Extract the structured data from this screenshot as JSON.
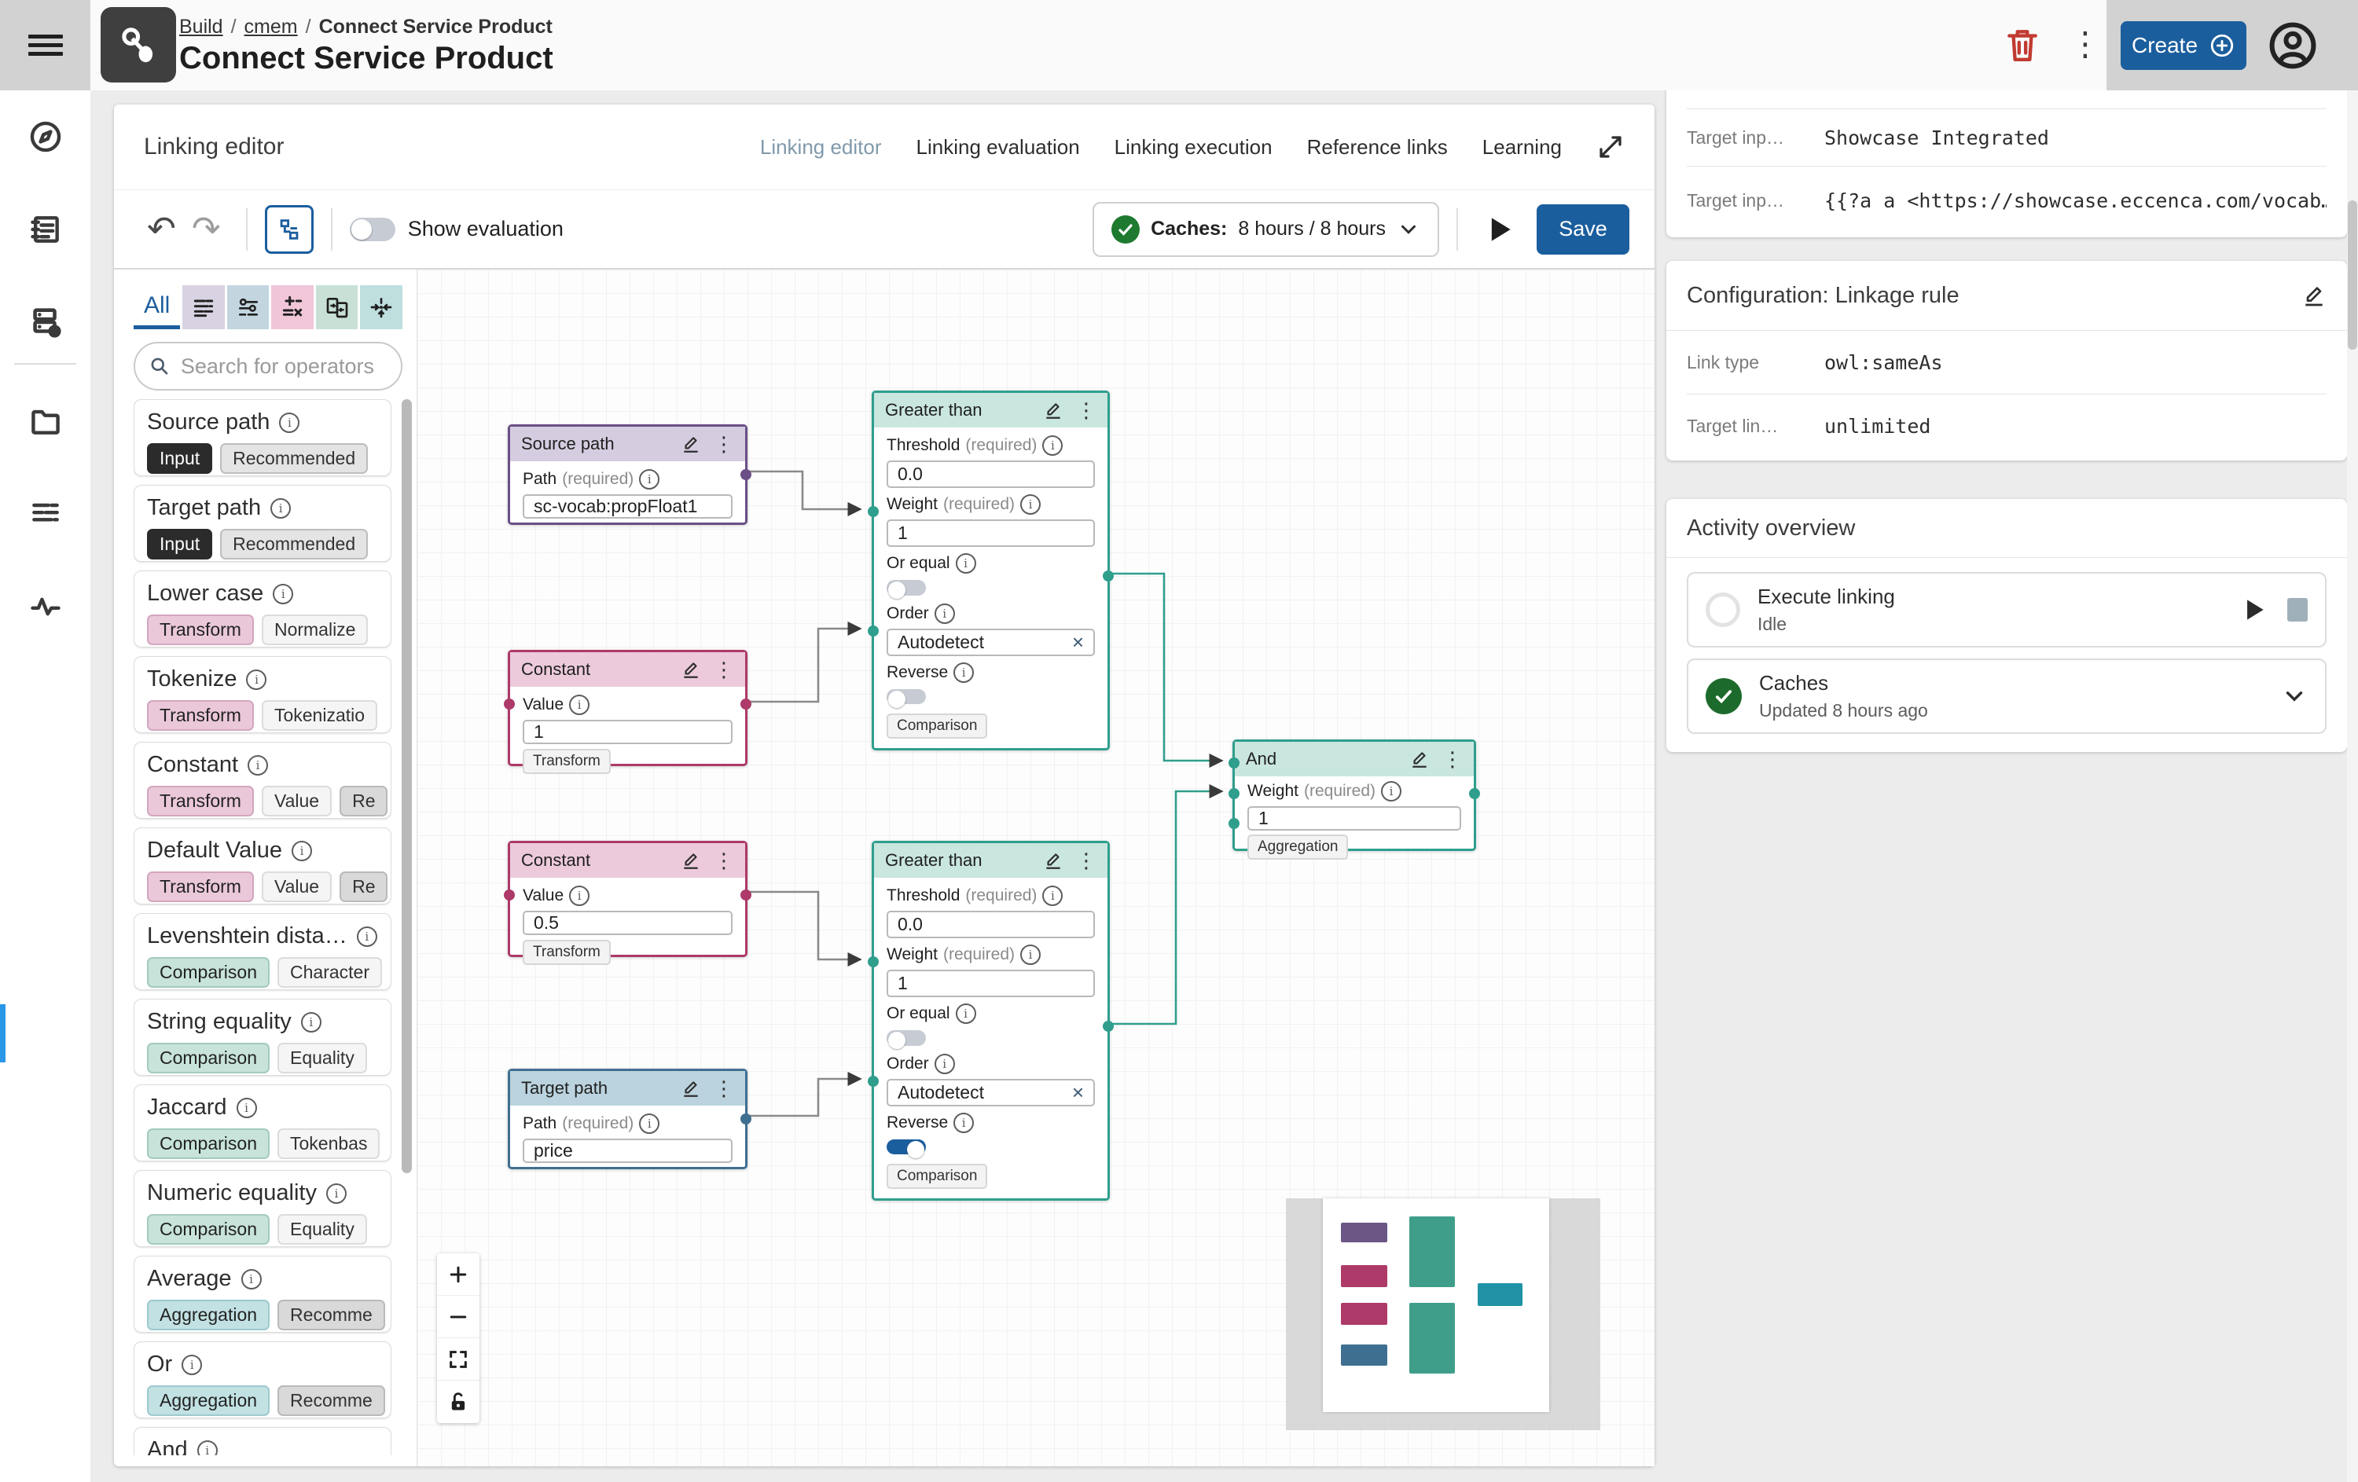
{
  "colors": {
    "primary": "#1b5e9e",
    "success_green": "#1d7a2f",
    "danger_red": "#c13a31",
    "node_purple": "#6a4f86",
    "node_magenta": "#ad3a69",
    "node_teal": "#2f9e8d",
    "node_steel_blue": "#3f6f90"
  },
  "header": {
    "breadcrumb": {
      "b1": "Build",
      "sep1": "/",
      "b2": "cmem",
      "sep2": "/",
      "b3": "Connect Service Product"
    },
    "title": "Connect Service Product",
    "create_button": "Create"
  },
  "viewer": {
    "heading": "Linking editor",
    "tabs": [
      "Linking editor",
      "Linking evaluation",
      "Linking execution",
      "Reference links",
      "Learning"
    ],
    "active_tab": "Linking editor"
  },
  "toolbar": {
    "show_evaluation": "Show evaluation",
    "caches_label": "Caches:",
    "caches_value": "8 hours / 8 hours",
    "save": "Save"
  },
  "operators": {
    "filter_all": "All",
    "search_placeholder": "Search for operators",
    "items": [
      {
        "title": "Source path",
        "tags": [
          {
            "label": "Input"
          },
          {
            "label": "Recommended"
          }
        ]
      },
      {
        "title": "Target path",
        "tags": [
          {
            "label": "Input"
          },
          {
            "label": "Recommended"
          }
        ]
      },
      {
        "title": "Lower case",
        "tags": [
          {
            "label": "Transform"
          },
          {
            "label": "Normalize"
          }
        ]
      },
      {
        "title": "Tokenize",
        "tags": [
          {
            "label": "Transform"
          },
          {
            "label": "Tokenizatio"
          }
        ]
      },
      {
        "title": "Constant",
        "tags": [
          {
            "label": "Transform"
          },
          {
            "label": "Value"
          },
          {
            "label": "Re"
          }
        ]
      },
      {
        "title": "Default Value",
        "tags": [
          {
            "label": "Transform"
          },
          {
            "label": "Value"
          },
          {
            "label": "Re"
          }
        ]
      },
      {
        "title": "Levenshtein dista…",
        "tags": [
          {
            "label": "Comparison"
          },
          {
            "label": "Character"
          }
        ]
      },
      {
        "title": "String equality",
        "tags": [
          {
            "label": "Comparison"
          },
          {
            "label": "Equality"
          }
        ]
      },
      {
        "title": "Jaccard",
        "tags": [
          {
            "label": "Comparison"
          },
          {
            "label": "Tokenbas"
          }
        ]
      },
      {
        "title": "Numeric equality",
        "tags": [
          {
            "label": "Comparison"
          },
          {
            "label": "Equality"
          }
        ]
      },
      {
        "title": "Average",
        "tags": [
          {
            "label": "Aggregation"
          },
          {
            "label": "Recomme"
          }
        ]
      },
      {
        "title": "Or",
        "tags": [
          {
            "label": "Aggregation"
          },
          {
            "label": "Recomme"
          }
        ]
      },
      {
        "title": "And",
        "tags": []
      }
    ]
  },
  "canvas": {
    "nodes": {
      "source_path": {
        "title": "Source path",
        "path_label": "Path",
        "required": "(required)",
        "value": "sc-vocab:propFloat1"
      },
      "gt1": {
        "title": "Greater than",
        "threshold_label": "Threshold",
        "threshold": "0.0",
        "weight_label": "Weight",
        "weight": "1",
        "required": "(required)",
        "or_equal_label": "Or equal",
        "order_label": "Order",
        "order": "Autodetect",
        "reverse_label": "Reverse",
        "tag": "Comparison"
      },
      "const1": {
        "title": "Constant",
        "value_label": "Value",
        "value": "1",
        "tag": "Transform"
      },
      "const2": {
        "title": "Constant",
        "value_label": "Value",
        "value": "0.5",
        "tag": "Transform"
      },
      "gt2": {
        "title": "Greater than",
        "threshold_label": "Threshold",
        "threshold": "0.0",
        "weight_label": "Weight",
        "weight": "1",
        "required": "(required)",
        "or_equal_label": "Or equal",
        "order_label": "Order",
        "order": "Autodetect",
        "reverse_label": "Reverse",
        "tag": "Comparison"
      },
      "target_path": {
        "title": "Target path",
        "path_label": "Path",
        "required": "(required)",
        "value": "price"
      },
      "and": {
        "title": "And",
        "weight_label": "Weight",
        "required": "(required)",
        "weight": "1",
        "tag": "Aggregation"
      }
    }
  },
  "right_panel": {
    "info_rows": [
      {
        "label": "Target inp…",
        "value": "Showcase Integrated"
      },
      {
        "label": "Target inp…",
        "value": "{{?a a <https://showcase.eccenca.com/vocab…"
      }
    ],
    "configuration": {
      "title": "Configuration: Linkage rule",
      "rows": [
        {
          "label": "Link type",
          "value": "owl:sameAs"
        },
        {
          "label": "Target lin…",
          "value": "unlimited"
        }
      ]
    },
    "activity": {
      "title": "Activity overview",
      "items": [
        {
          "name": "Execute linking",
          "status": "Idle"
        },
        {
          "name": "Caches",
          "status": "Updated 8 hours ago"
        }
      ]
    }
  }
}
